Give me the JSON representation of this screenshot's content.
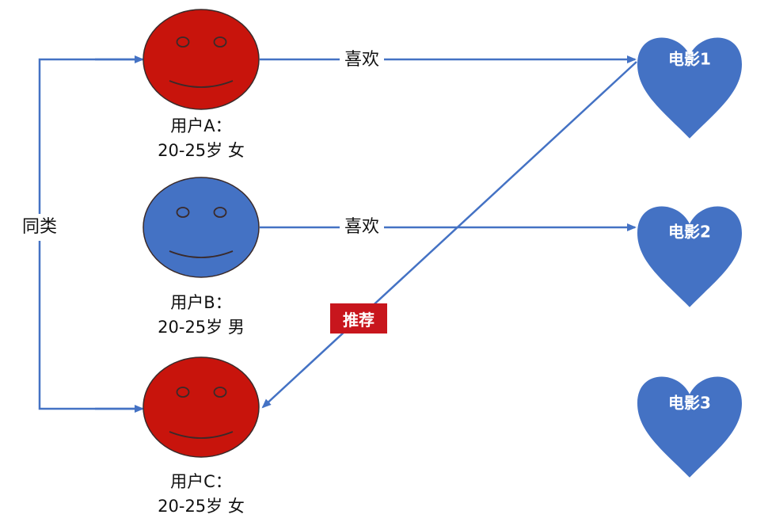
{
  "colors": {
    "user_female": "#c8140c",
    "user_male": "#4472c4",
    "heart": "#4472c4",
    "arrow": "#4472c4",
    "recommend_badge": "#c8161d",
    "face_outline": "#3a2a2a"
  },
  "users": [
    {
      "name": "用户A：",
      "profile": "20-25岁 女",
      "face_color": "red"
    },
    {
      "name": "用户B：",
      "profile": "20-25岁 男",
      "face_color": "blue"
    },
    {
      "name": "用户C：",
      "profile": "20-25岁 女",
      "face_color": "red"
    }
  ],
  "movies": [
    {
      "label": "电影1"
    },
    {
      "label": "电影2"
    },
    {
      "label": "电影3"
    }
  ],
  "edges": {
    "like_label_1": "喜欢",
    "like_label_2": "喜欢",
    "similar_label": "同类",
    "recommend_label": "推荐"
  }
}
